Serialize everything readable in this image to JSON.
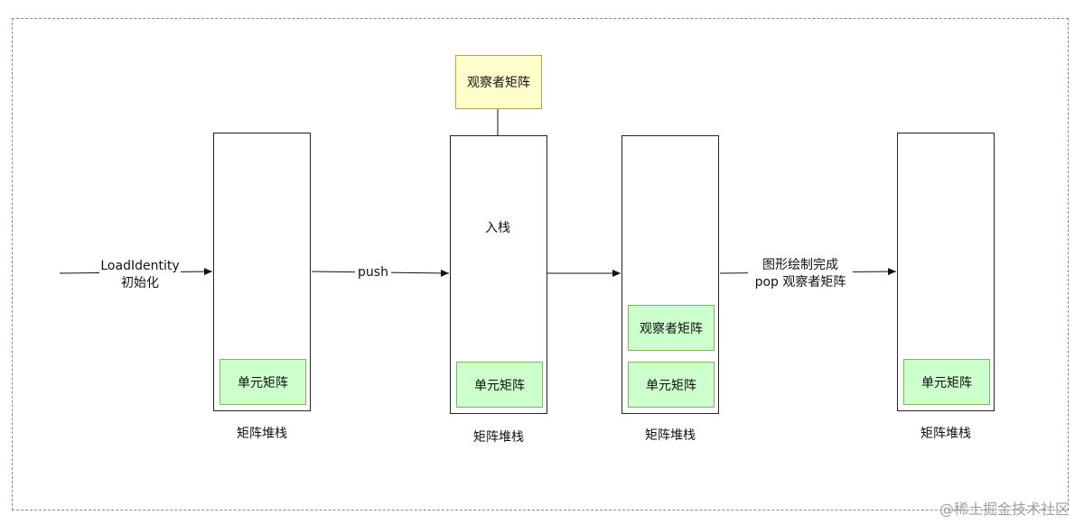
{
  "stacks": [
    {
      "caption": "矩阵堆栈",
      "cells": [
        "单元矩阵"
      ]
    },
    {
      "caption": "矩阵堆栈",
      "cells": [
        "单元矩阵"
      ]
    },
    {
      "caption": "矩阵堆栈",
      "cells": [
        "观察者矩阵",
        "单元矩阵"
      ]
    },
    {
      "caption": "矩阵堆栈",
      "cells": [
        "单元矩阵"
      ]
    }
  ],
  "observer_box": "观察者矩阵",
  "edges": {
    "init": {
      "line1": "LoadIdentity",
      "line2": "初始化"
    },
    "push": "push",
    "enter": "入栈",
    "pop": {
      "line1": "图形绘制完成",
      "line2": "pop 观察者矩阵"
    }
  },
  "watermark": "@稀土掘金技术社区",
  "colors": {
    "cell_fill": "#ccffcc",
    "cell_border": "#82b366",
    "observer_fill": "#ffffcc"
  }
}
